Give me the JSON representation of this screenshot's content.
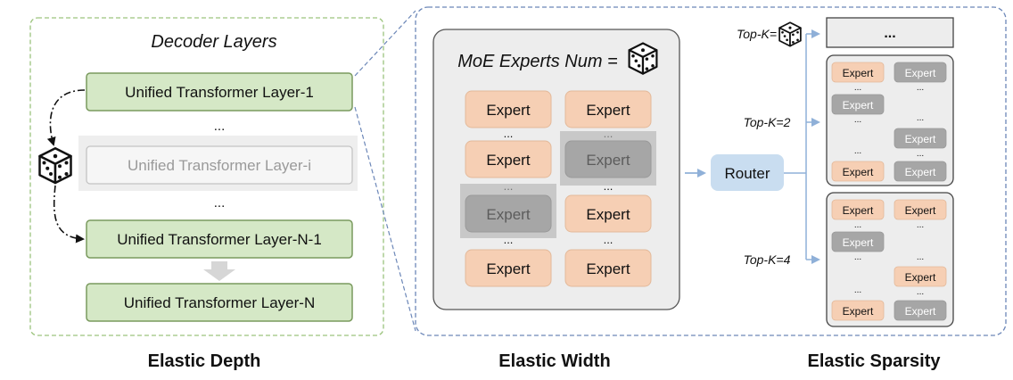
{
  "depth": {
    "panel_title": "Decoder Layers",
    "layers": [
      "Unified  Transformer Layer-1",
      "Unified  Transformer Layer-i",
      "Unified  Transformer Layer-N-1",
      "Unified  Transformer Layer-N"
    ],
    "ellipsis": "...",
    "caption": "Elastic Depth"
  },
  "width": {
    "title": "MoE Experts Num =",
    "expert_label": "Expert",
    "ellipsis": "...",
    "caption": "Elastic Width"
  },
  "router": {
    "label": "Router"
  },
  "sparsity": {
    "topk_random": "Top-K=",
    "topk2": "Top-K=2",
    "topk4": "Top-K=4",
    "top_box": "...",
    "expert_label": "Expert",
    "ellipsis": "...",
    "caption": "Elastic Sparsity"
  },
  "colors": {
    "layer_fill": "#d5e8c6",
    "layer_stroke": "#7a9a5e",
    "expert_fill": "#f6cfb4",
    "expert_inactive": "#a6a6a6",
    "router_fill": "#c9ddf0",
    "panel_fill": "#ededed",
    "dashed_green": "#9cc47e",
    "dashed_blue": "#6c87b8"
  },
  "icons": [
    "dice-icon",
    "down-arrow-icon",
    "right-arrow-icon"
  ]
}
